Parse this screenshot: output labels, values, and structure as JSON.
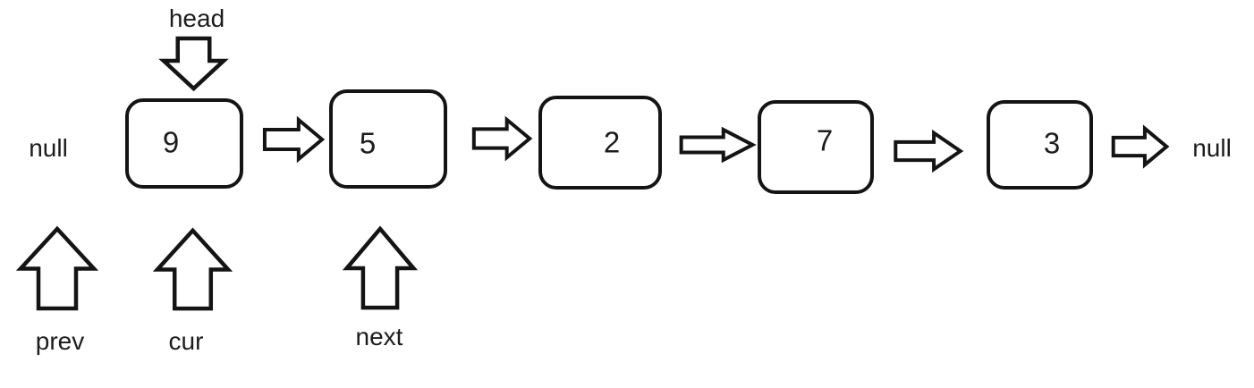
{
  "diagram": {
    "type": "singly-linked-list",
    "left_terminal_label": "null",
    "right_terminal_label": "null",
    "nodes": [
      {
        "value": "9"
      },
      {
        "value": "5"
      },
      {
        "value": "2"
      },
      {
        "value": "7"
      },
      {
        "value": "3"
      }
    ],
    "head_pointer": {
      "label": "head"
    },
    "iterator_pointers": [
      {
        "label": "prev",
        "points_at": "null"
      },
      {
        "label": "cur",
        "points_at": "9"
      },
      {
        "label": "next",
        "points_at": "5"
      }
    ],
    "colors": {
      "stroke": "#141414",
      "text": "#1c1c1c",
      "background": "#ffffff"
    },
    "icons": {
      "link": "right-block-arrow",
      "head": "down-block-arrow",
      "iterator": "up-block-arrow"
    }
  }
}
